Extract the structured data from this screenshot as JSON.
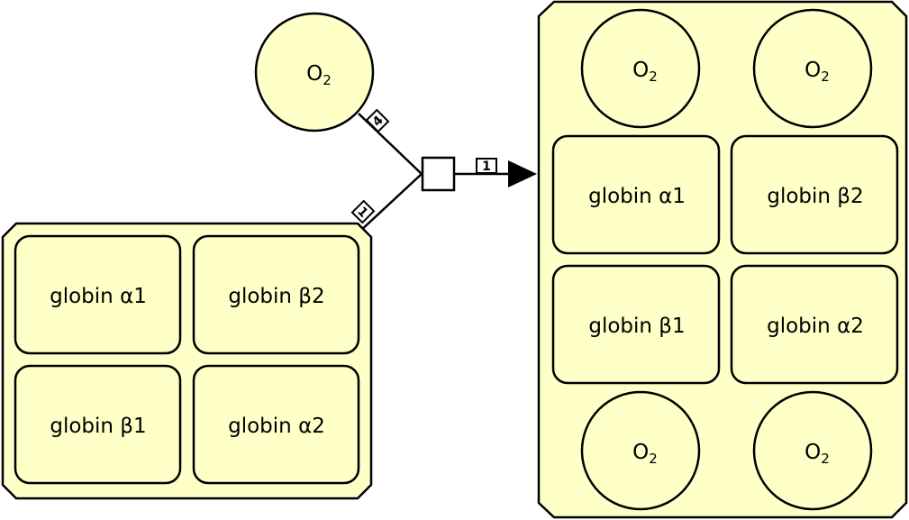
{
  "molecules": {
    "o2_reactant": {
      "label": "O",
      "sub": "2"
    },
    "product_o2": [
      {
        "label": "O",
        "sub": "2"
      },
      {
        "label": "O",
        "sub": "2"
      },
      {
        "label": "O",
        "sub": "2"
      },
      {
        "label": "O",
        "sub": "2"
      }
    ]
  },
  "complex_left": {
    "subunits": [
      "globin α1",
      "globin β2",
      "globin β1",
      "globin α2"
    ]
  },
  "complex_right": {
    "subunits": [
      "globin α1",
      "globin β2",
      "globin β1",
      "globin α2"
    ]
  },
  "stoichiometry": {
    "o2_in": "4",
    "complex_in": "1",
    "product_out": "1"
  },
  "colors": {
    "fill": "#ffffc8",
    "stroke": "#000000"
  }
}
